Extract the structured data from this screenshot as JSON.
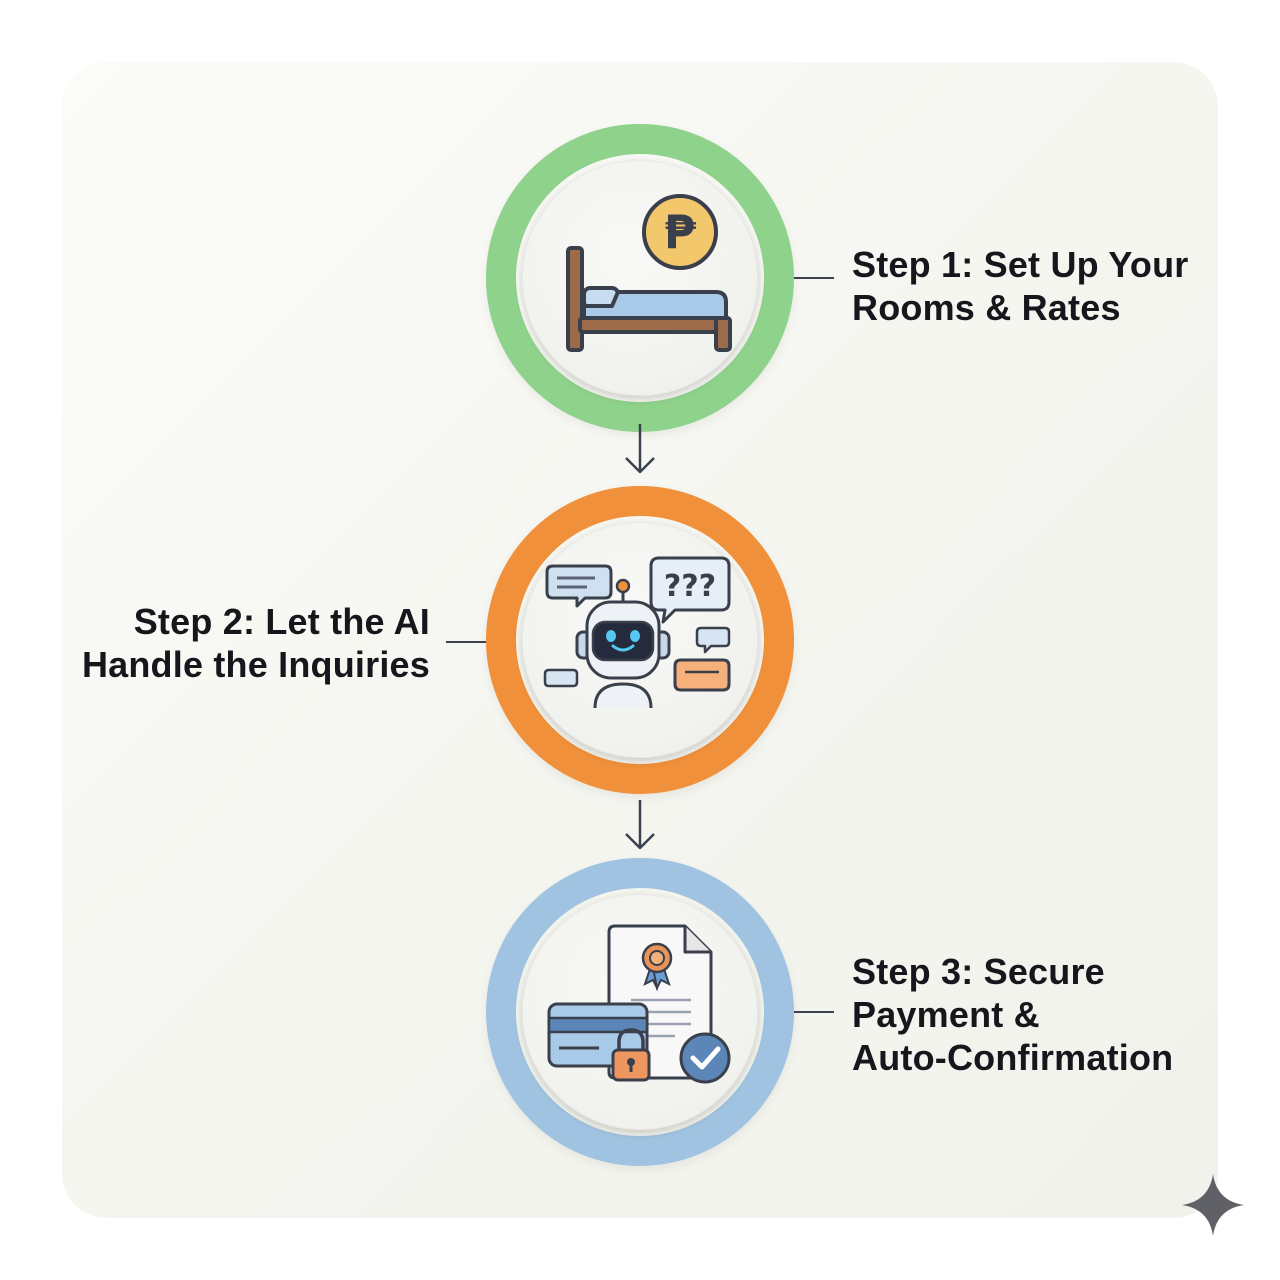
{
  "steps": [
    {
      "label_lines": [
        "Step 1: Set Up Your",
        "Rooms & Rates"
      ],
      "ring_color": "#8fd28c",
      "icon": "bed-with-peso-coin-icon"
    },
    {
      "label_lines": [
        "Step 2: Let the AI",
        "Handle the Inquiries"
      ],
      "ring_color": "#f0903a",
      "icon": "ai-chatbot-icon"
    },
    {
      "label_lines": [
        "Step 3: Secure",
        "Payment &",
        "Auto-Confirmation"
      ],
      "ring_color": "#9fc3e0",
      "icon": "secure-payment-confirmation-icon"
    }
  ],
  "icons": {
    "coin_symbol": "₱",
    "chat_question": "???"
  },
  "colors": {
    "text": "#15171c",
    "connector": "#3c4150",
    "background": "#f6f6f1"
  },
  "decoration": {
    "corner_mark": "sparkle-icon"
  }
}
